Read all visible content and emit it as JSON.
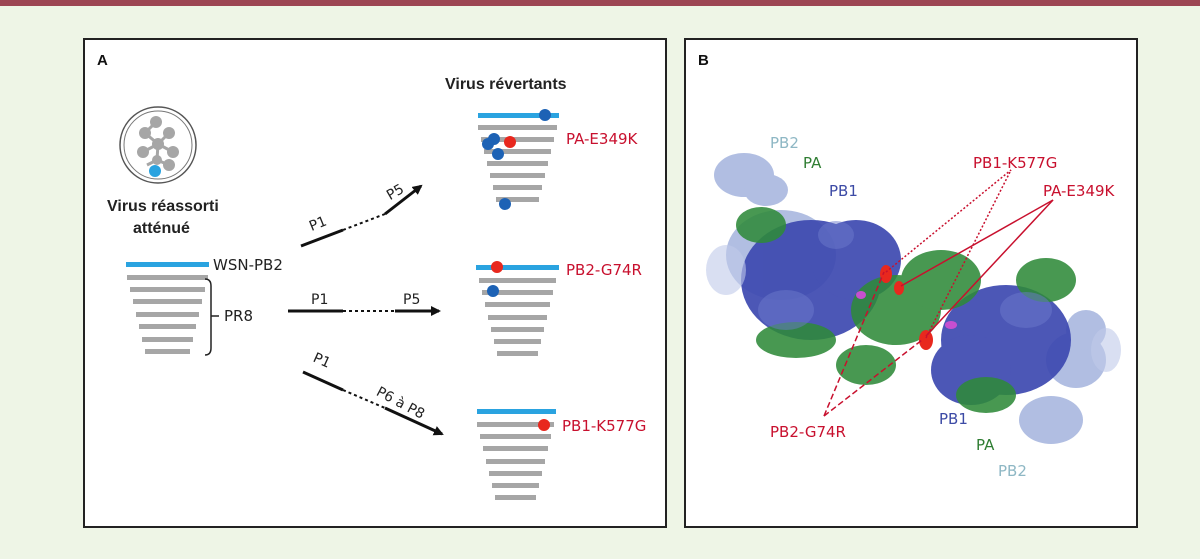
{
  "panel_a": {
    "label": "A",
    "title_reassorti_line1": "Virus réassorti",
    "title_reassorti_line2": "atténué",
    "wsn_pb2": "WSN-PB2",
    "pr8": "PR8",
    "title_revertants": "Virus révertants",
    "arrow1_start": "P1",
    "arrow1_end": "P5",
    "arrow2_start": "P1",
    "arrow2_end": "P5",
    "arrow3_start": "P1",
    "arrow3_end": "P6 à P8",
    "mutation1": "PA-E349K",
    "mutation2": "PB2-G74R",
    "mutation3": "PB1-K577G"
  },
  "panel_b": {
    "label": "B",
    "top_labels": [
      "PB2",
      "PA",
      "PB1"
    ],
    "bottom_labels": [
      "PB1",
      "PA",
      "PB2"
    ],
    "mut_pb1": "PB1-K577G",
    "mut_pa": "PA-E349K",
    "mut_pb2": "PB2-G74R"
  },
  "colors": {
    "segment_gray": "#a6a6a6",
    "wsn_blue": "#2aa3e0",
    "mutation_blue": "#1d62b5",
    "mutation_red": "#e8281e",
    "label_red": "#c8102e",
    "pb1_blue": "#3c4aa5",
    "pa_green": "#2f7d32",
    "pb2_pale": "#8eb7c4"
  }
}
